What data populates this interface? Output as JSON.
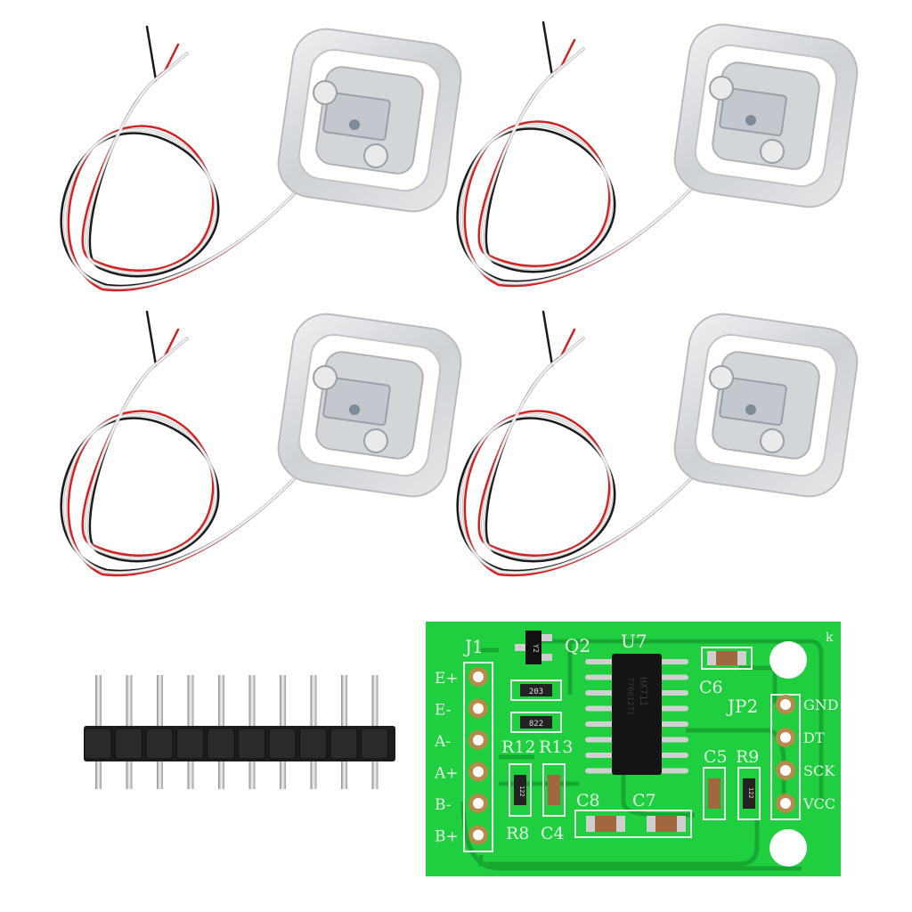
{
  "scene": {
    "load_cell_count": 4,
    "header_pin_count": 10,
    "colors": {
      "pcb": "#1fcf3f",
      "trace": "#17a832",
      "silk": "#e9f5ea",
      "wire_red": "#d42020",
      "wire_black": "#1a1a1a",
      "wire_white": "#f2f2f2",
      "plate": "#d8dadc"
    }
  },
  "pcb": {
    "j1": "J1",
    "q2": "Q2",
    "u7": "U7",
    "jp2": "JP2",
    "corner_mark": "k",
    "left_pins": [
      "E+",
      "E-",
      "A-",
      "A+",
      "B-",
      "B+"
    ],
    "right_pins": [
      "GND",
      "DT",
      "SCK",
      "VCC"
    ],
    "chip_line1": "HX711",
    "chip_line2": "7760I271",
    "transistor_marking": "Y2",
    "r12_value": "203",
    "r13_value": "822",
    "r8_value": "122",
    "r9_value": "122",
    "designators": {
      "r12": "R12",
      "r13": "R13",
      "c6": "C6",
      "c5": "C5",
      "r9": "R9",
      "c8": "C8",
      "c7": "C7",
      "r8": "R8",
      "c4": "C4"
    }
  }
}
